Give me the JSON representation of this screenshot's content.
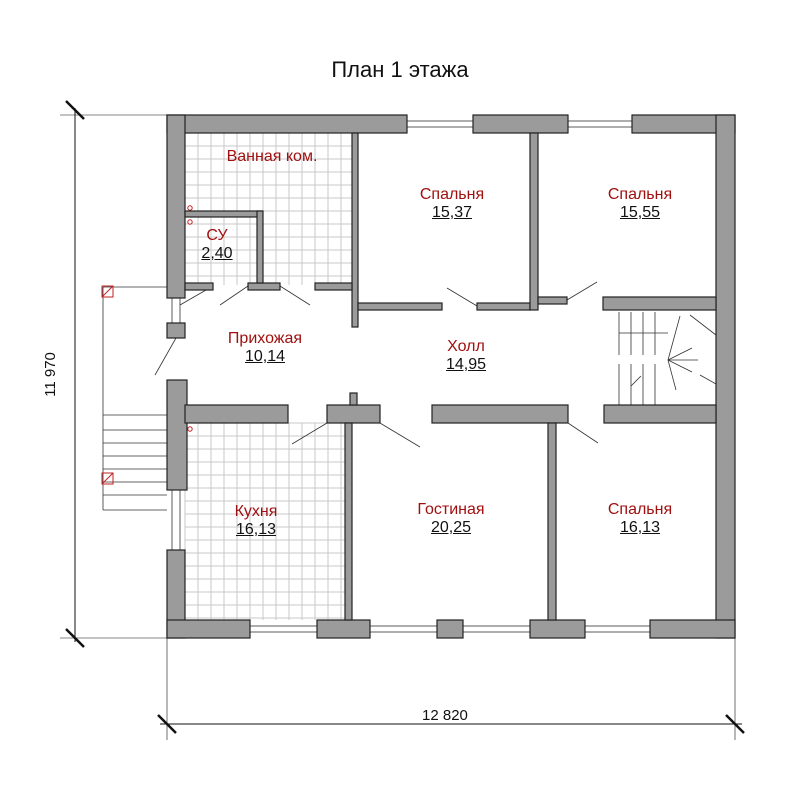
{
  "title": "План 1 этажа",
  "dimensions": {
    "width": "12 820",
    "height": "11 970"
  },
  "rooms": [
    {
      "name": "Ванная ком.",
      "area": ""
    },
    {
      "name": "СУ",
      "area": "2,40"
    },
    {
      "name": "Спальня",
      "area": "15,37"
    },
    {
      "name": "Спальня",
      "area": "15,55"
    },
    {
      "name": "Прихожая",
      "area": "10,14"
    },
    {
      "name": "Холл",
      "area": "14,95"
    },
    {
      "name": "Кухня",
      "area": "16,13"
    },
    {
      "name": "Гостиная",
      "area": "20,25"
    },
    {
      "name": "Спальня",
      "area": "16,13"
    }
  ],
  "colors": {
    "wall": "#9b9b9b",
    "room_label": "#a01010"
  }
}
